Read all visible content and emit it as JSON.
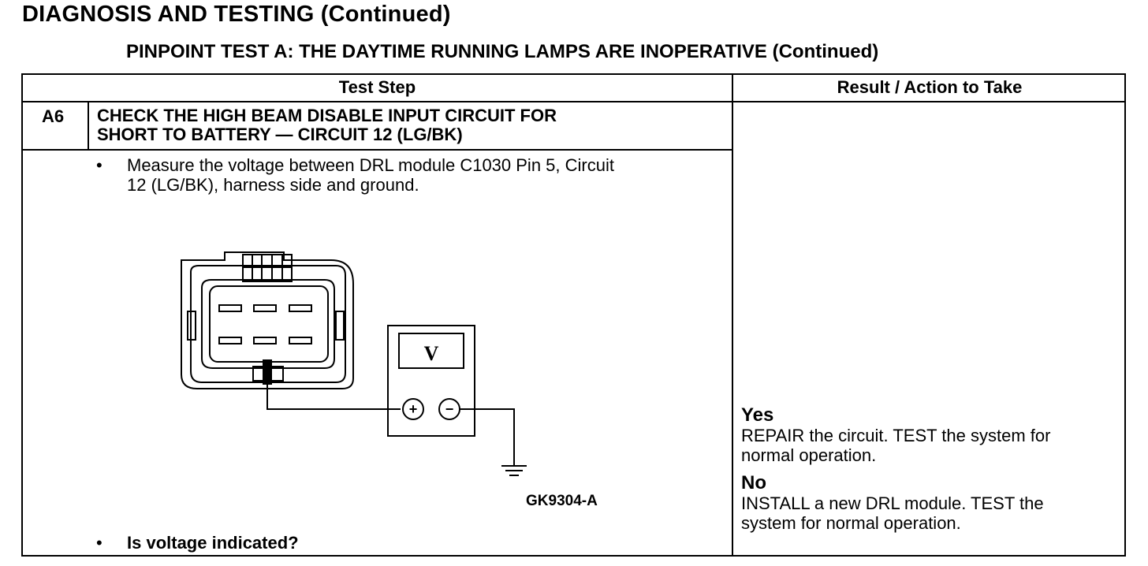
{
  "header": {
    "page_title": "DIAGNOSIS AND TESTING (Continued)",
    "test_title": "PINPOINT TEST  A: THE DAYTIME RUNNING LAMPS ARE INOPERATIVE (Continued)"
  },
  "table": {
    "col_test_step": "Test Step",
    "col_result": "Result / Action to Take",
    "step": {
      "id": "A6",
      "title_line1": "CHECK THE HIGH BEAM DISABLE INPUT CIRCUIT FOR",
      "title_line2": "SHORT TO BATTERY — CIRCUIT 12 (LG/BK)",
      "bullet_char": "•",
      "instruction_line1": "Measure the voltage between DRL module C1030 Pin 5, Circuit",
      "instruction_line2": "12 (LG/BK), harness side and ground.",
      "question": "Is voltage indicated?",
      "figure_id": "GK9304-A",
      "meter_symbol": "V",
      "plus_symbol": "+",
      "minus_symbol": "−"
    },
    "results": {
      "yes_label": "Yes",
      "yes_line1": "REPAIR the circuit. TEST the system for",
      "yes_line2": "normal operation.",
      "no_label": "No",
      "no_line1": "INSTALL a new DRL module. TEST the",
      "no_line2": "system for normal operation."
    }
  }
}
